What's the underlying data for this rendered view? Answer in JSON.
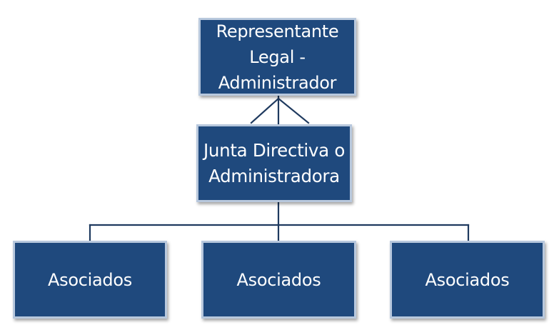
{
  "colors": {
    "node_fill": "#1f497d",
    "node_border": "#b8c8dd",
    "node_text": "#ffffff",
    "connector": "#1f3a5f"
  },
  "nodes": {
    "top": {
      "label": "Representante\nLegal -\nAdministrador"
    },
    "middle": {
      "label": "Junta Directiva o\nAdministradora"
    },
    "children": [
      {
        "label": "Asociados"
      },
      {
        "label": "Asociados"
      },
      {
        "label": "Asociados"
      }
    ]
  }
}
